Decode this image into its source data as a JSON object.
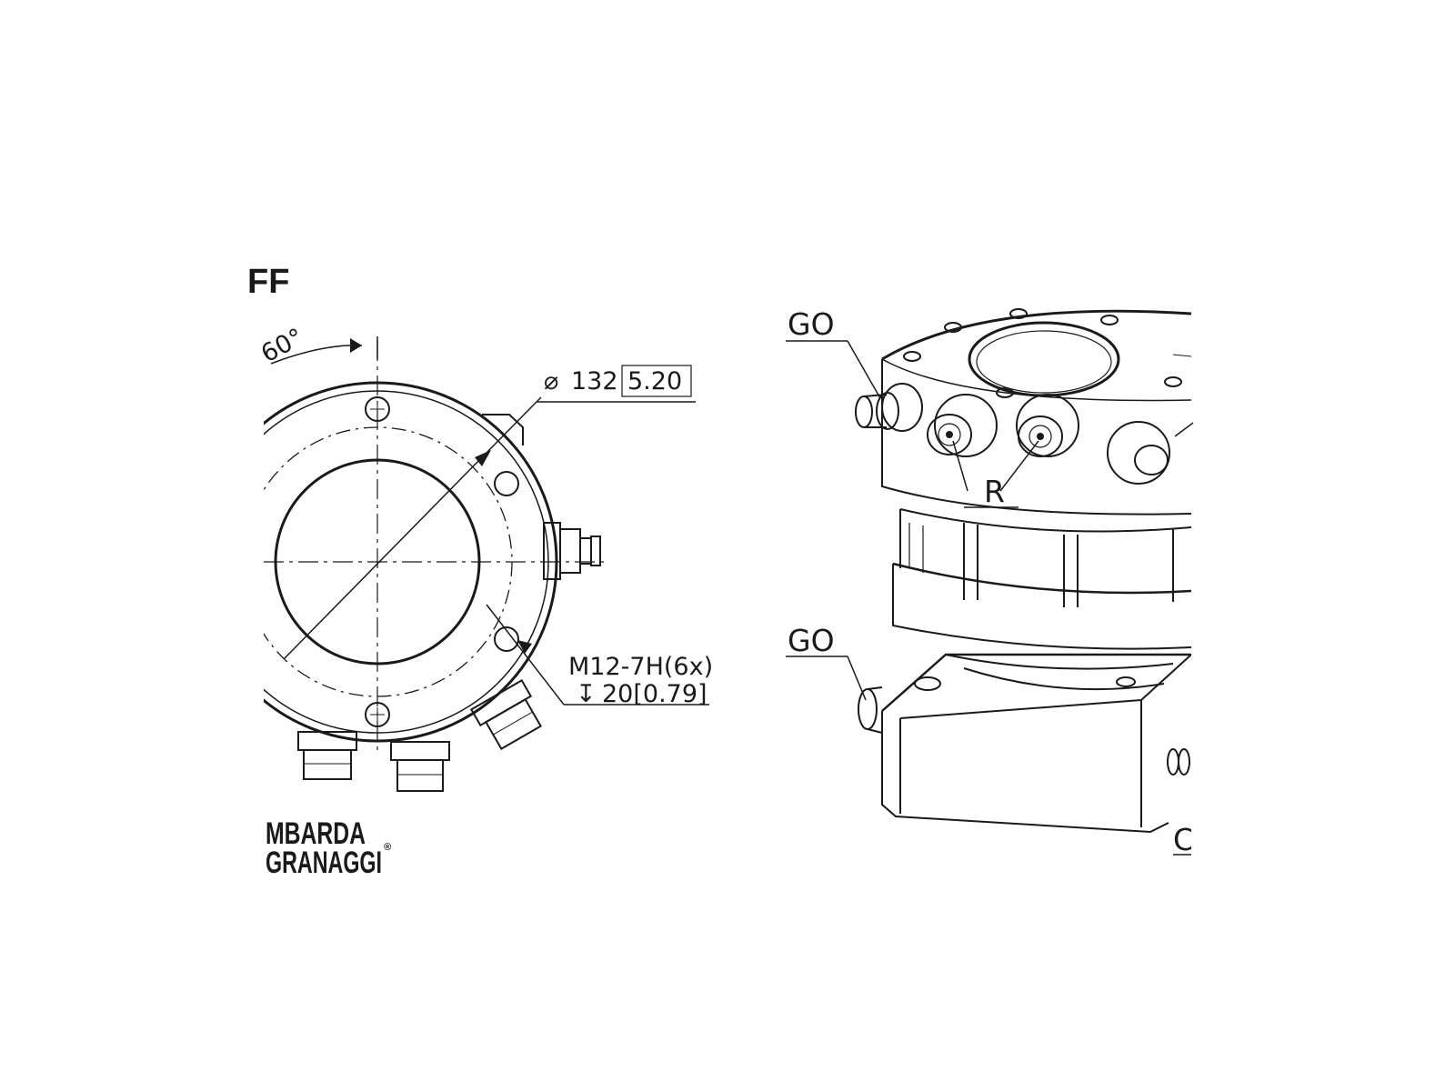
{
  "view_title": "FF",
  "front_view": {
    "angle_label": "60°",
    "diameter_symbol": "⌀",
    "diameter_metric": "132",
    "diameter_imperial": "5.20",
    "thread_spec": "M12-7H(6x)",
    "depth_symbol": "↧",
    "thread_depth": "20[0.79]"
  },
  "iso_view": {
    "callout_top_left": "GO",
    "callout_ports": "R",
    "callout_bottom_left": "GO",
    "callout_bottom_right": "C"
  },
  "logo": {
    "line1": "MBARDA",
    "line2": "GRANAGGI",
    "registered": "®"
  },
  "colors": {
    "ink": "#1a1a1a",
    "paper": "#ffffff"
  }
}
